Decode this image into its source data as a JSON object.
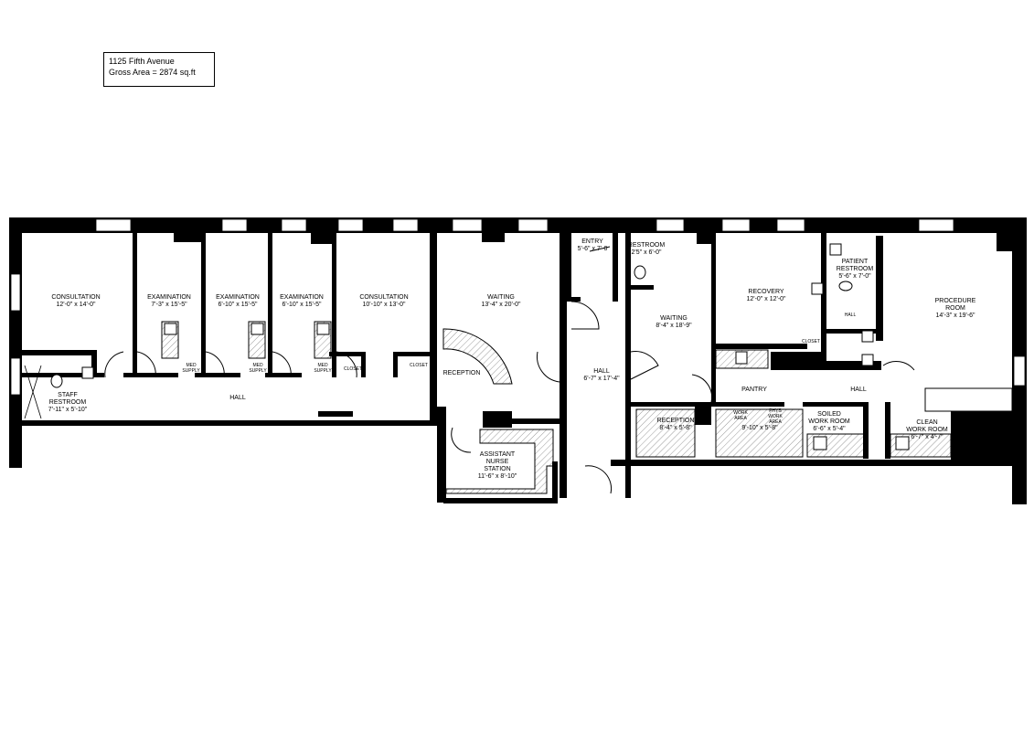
{
  "header": {
    "address": "1125 Fifth Avenue",
    "gross_area": "Gross Area = 2874 sq.ft"
  },
  "rooms": {
    "consultation_1": {
      "name": "CONSULTATION",
      "dims": "12'-0\" x 14'-0\""
    },
    "examination_1": {
      "name": "EXAMINATION",
      "dims": "7'-3\" x 15'-5\""
    },
    "examination_2": {
      "name": "EXAMINATION",
      "dims": "6'-10\" x 15'-5\""
    },
    "examination_3": {
      "name": "EXAMINATION",
      "dims": "6'-10\" x 15'-5\""
    },
    "consultation_2": {
      "name": "CONSULTATION",
      "dims": "10'-10\" x 13'-0\""
    },
    "med_supply": {
      "line1": "MED",
      "line2": "SUPPLY"
    },
    "closet": "CLOSET",
    "staff_restroom": {
      "line1": "STAFF",
      "line2": "RESTROOM",
      "dims": "7'-11\" x 5'-10\""
    },
    "hall_left": "HALL",
    "waiting_1": {
      "name": "WAITING",
      "dims": "13'-4\" x 20'-0\""
    },
    "reception_1": "RECEPTION",
    "assistant_nurse_station": {
      "line1": "ASSISTANT",
      "line2": "NURSE",
      "line3": "STATION",
      "dims": "11'-6\" x 8'-10\""
    },
    "entry": {
      "name": "ENTRY",
      "dims": "5'-6\" x 7'-0"
    },
    "restroom": {
      "name": "RESTROOM",
      "dims": "2'5\" x 6'-0\""
    },
    "hall_center": {
      "name": "HALL",
      "dims": "6'-7\" x 17'-4\""
    },
    "waiting_2": {
      "name": "WAITING",
      "dims": "8'-4\" x 18'-9\""
    },
    "reception_2": {
      "name": "RECEPTION",
      "dims": "8'-4\" x 5'-8\""
    },
    "recovery": {
      "name": "RECOVERY",
      "dims": "12'-0\" x 12'-0\""
    },
    "closet_small": "CLOSET",
    "patient_restroom": {
      "line1": "PATIENT",
      "line2": "RESTROOM",
      "dims": "5'-6\" x 7'-0\""
    },
    "hall_small": "HALL",
    "procedure_room": {
      "line1": "PROCEDURE",
      "line2": "ROOM",
      "dims": "14'-3\" x 19'-6\""
    },
    "pantry": {
      "name": "PANTRY",
      "work_area": [
        "WORK",
        "AREA"
      ],
      "phys_work_area": [
        "PHYS",
        "WORK",
        "AREA"
      ],
      "dims": "9'-10\" x 5'-8\""
    },
    "hall_right": "HALL",
    "soiled_work_room": {
      "line1": "SOILED",
      "line2": "WORK ROOM",
      "dims": "6'-6\" x 5'-4\""
    },
    "clean_work_room": {
      "line1": "CLEAN",
      "line2": "WORK ROOM",
      "dims": "6'-7\" x 4'-7\""
    }
  },
  "colors": {
    "wall": "#000000",
    "background": "#ffffff",
    "hatch": "#9a9a9a"
  }
}
